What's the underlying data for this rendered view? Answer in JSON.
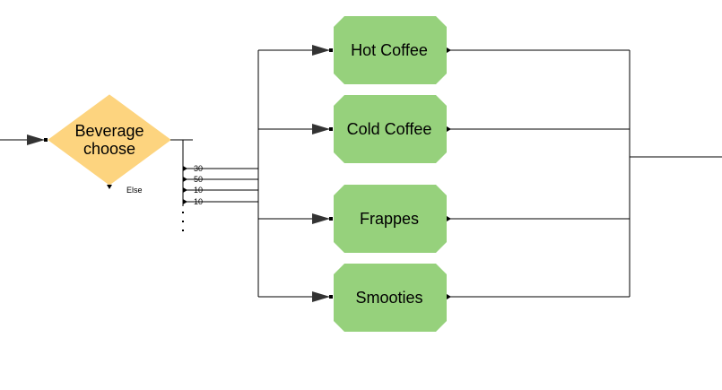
{
  "decision": {
    "label_line1": "Beverage",
    "label_line2": "choose",
    "else_label": "Else",
    "fill": "#FDD47F"
  },
  "branches": [
    {
      "id": "hot-coffee",
      "label": "Hot Coffee",
      "probability": "30"
    },
    {
      "id": "cold-coffee",
      "label": "Cold Coffee",
      "probability": "50"
    },
    {
      "id": "frappes",
      "label": "Frappes",
      "probability": "10"
    },
    {
      "id": "smooties",
      "label": "Smooties",
      "probability": "10"
    }
  ],
  "colors": {
    "process_fill": "#96D17C",
    "line": "#000000",
    "arrow": "#333333"
  }
}
